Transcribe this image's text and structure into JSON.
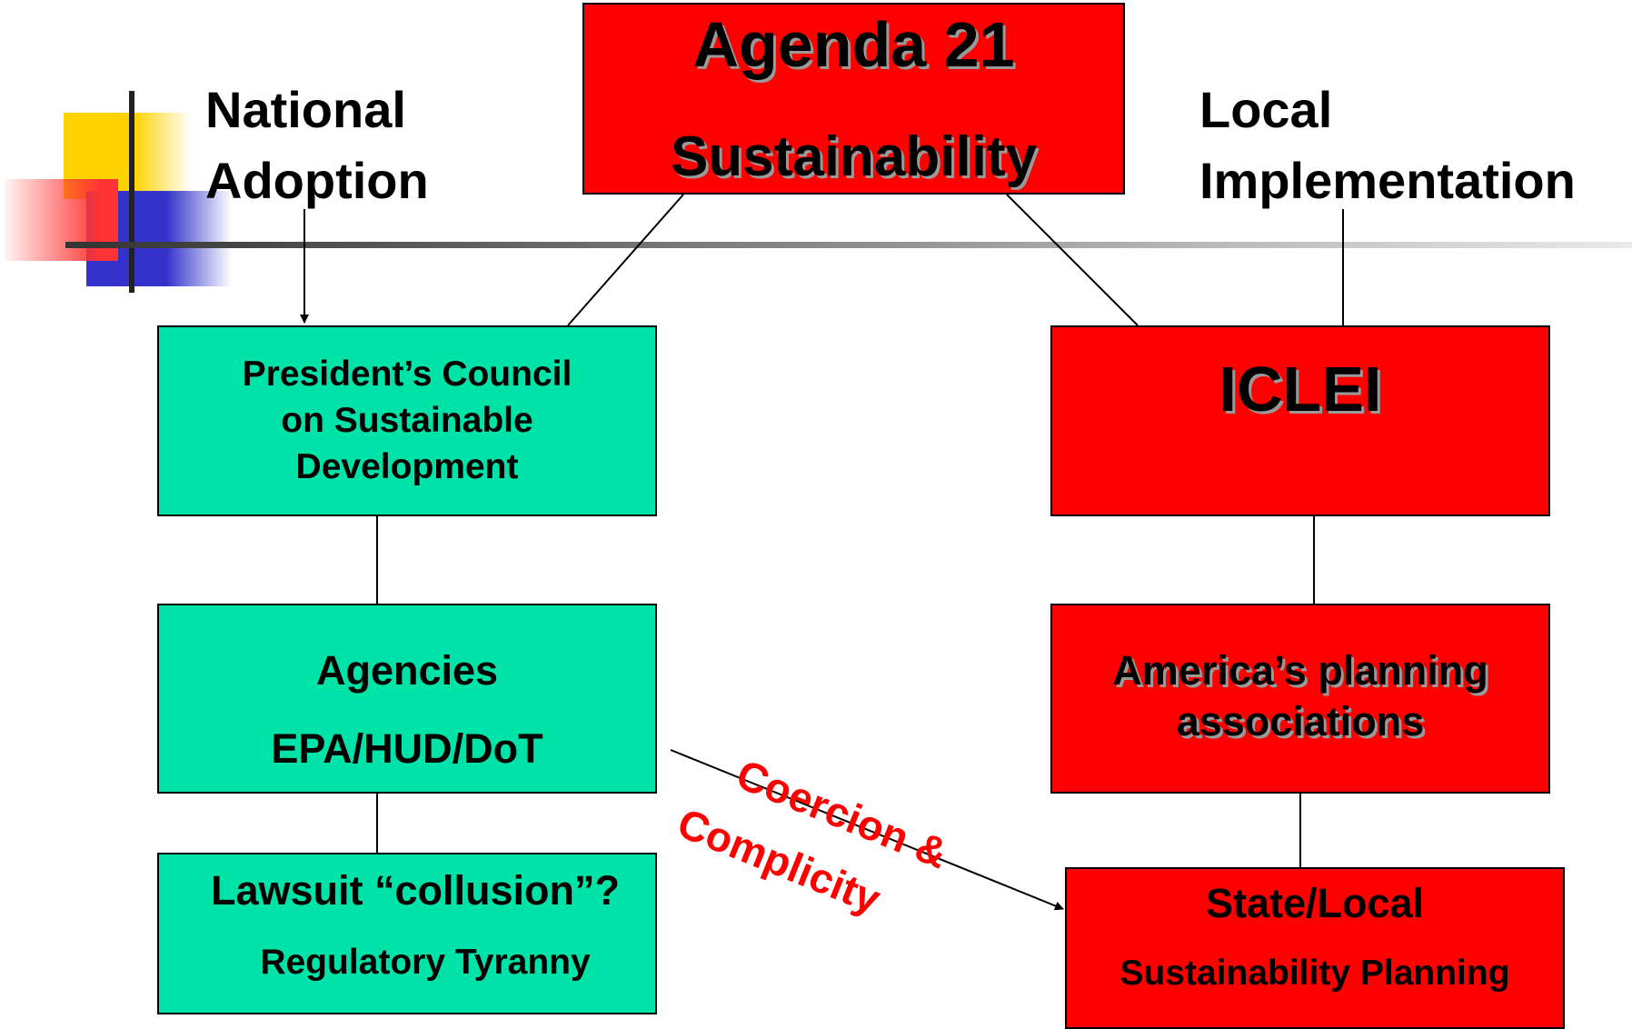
{
  "headings": {
    "national": [
      "National",
      "Adoption"
    ],
    "local": [
      "Local",
      "Implementation"
    ]
  },
  "top_box": {
    "title": "Agenda 21",
    "subtitle": "Sustainability"
  },
  "left_column": {
    "council": [
      "President’s Council",
      "on Sustainable",
      "Development"
    ],
    "agencies": {
      "title": "Agencies",
      "subtitle": "EPA/HUD/DoT"
    },
    "lawsuit": {
      "title": "Lawsuit “collusion”?",
      "subtitle": "Regulatory Tyranny"
    }
  },
  "right_column": {
    "iclei": "ICLEI",
    "planning": [
      "America’s planning",
      "associations"
    ],
    "state_local": {
      "title": "State/Local",
      "subtitle": "Sustainability Planning"
    }
  },
  "arrow_label": [
    "Coercion &",
    "Complicity"
  ],
  "colors": {
    "green_box": "#00e3a8",
    "red_box": "#ff0000",
    "arrow_label": "#ff0000",
    "deco_yellow": "#ffd200",
    "deco_blue": "#3333cc",
    "deco_red": "#ff3333"
  }
}
